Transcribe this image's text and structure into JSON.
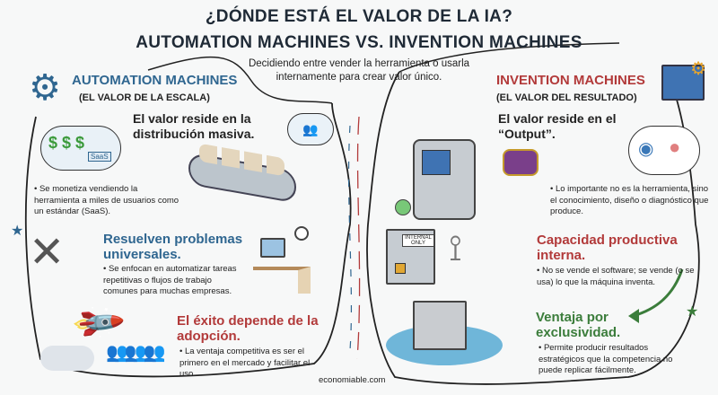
{
  "header": {
    "title_line1": "¿DÓNDE ESTÁ EL VALOR DE LA IA?",
    "title_line2": "AUTOMATION MACHINES VS. INVENTION MACHINES",
    "subtitle": "Decidiendo entre vender la herramienta o usarla internamente para crear valor único."
  },
  "left": {
    "title": "AUTOMATION MACHINES",
    "subtitle": "(EL VALOR DE LA ESCALA)",
    "lead": "El valor reside en la distribución masiva.",
    "saas_tag": "SaaS",
    "bullet1": "Se monetiza vendiendo la herramienta a miles de usuarios como un estándar (SaaS).",
    "h2": "Resuelven problemas universales.",
    "bullet2": "Se enfocan en automatizar tareas repetitivas o flujos de trabajo comunes para muchas empresas.",
    "h3": "El éxito depende de la adopción.",
    "bullet3": "La ventaja competitiva es ser el primero en el mercado y facilitar el uso."
  },
  "right": {
    "title": "INVENTION MACHINES",
    "subtitle": "(EL VALOR DEL RESULTADO)",
    "lead": "El valor reside en el “Output”.",
    "bullet1": "Lo importante no es la herramienta, sino el conocimiento, diseño o diagnóstico que produce.",
    "h2": "Capacidad productiva interna.",
    "building_sign": "INTERNAL ONLY",
    "bullet2": "No se vende el software; se vende (o se usa) lo que la máquina inventa.",
    "h3": "Ventaja por exclusividad.",
    "bullet3": "Permite producir resultados estratégicos que la competencia no puede replicar fácilmente."
  },
  "footer": {
    "credit": "economiable.com"
  },
  "colors": {
    "blue": "#2f6690",
    "red": "#b23a3a",
    "green": "#3b7d3b"
  }
}
